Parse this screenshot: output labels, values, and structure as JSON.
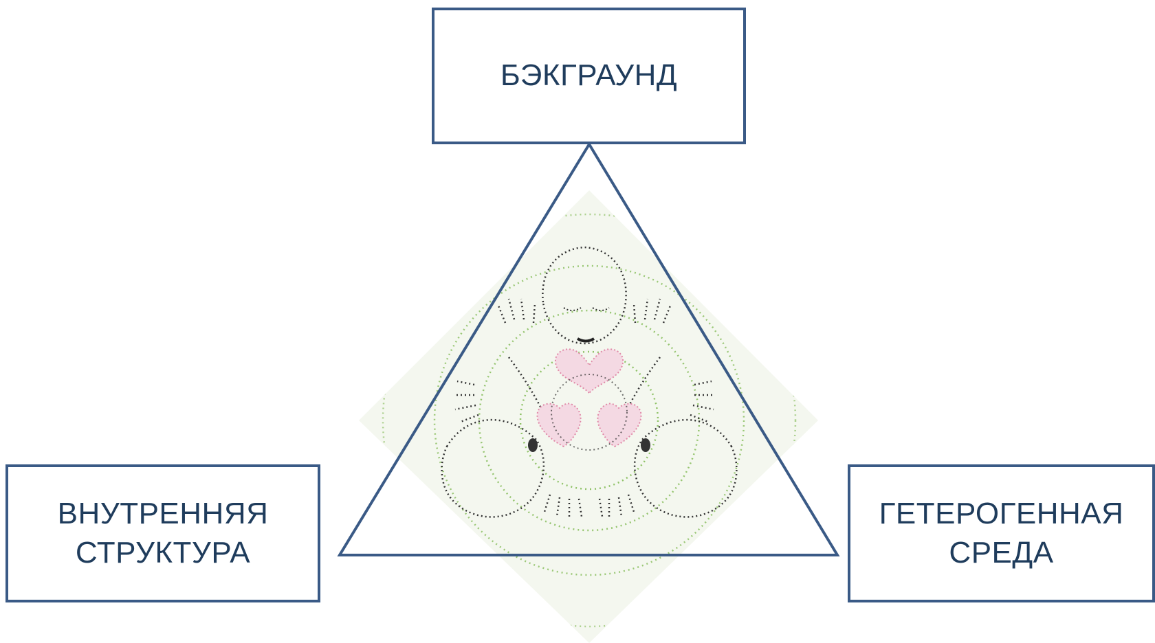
{
  "nodes": {
    "top": {
      "label": "БЭКГРАУНД"
    },
    "left": {
      "label": "ВНУТРЕННЯЯ\nСТРУКТУРА"
    },
    "right": {
      "label": "ГЕТЕРОГЕННАЯ\nСРЕДА"
    }
  },
  "colors": {
    "border": "#3a5a86",
    "text": "#1f3c5c",
    "diamond_bg": "#f3f7ee",
    "dots_green": "#7db84f",
    "dots_dark": "#333333",
    "hearts": "#e08aa8"
  },
  "illustration": {
    "icon": "mandala-illustration",
    "description_icons": [
      "heart-icon",
      "hand-icon",
      "face-icon"
    ]
  }
}
